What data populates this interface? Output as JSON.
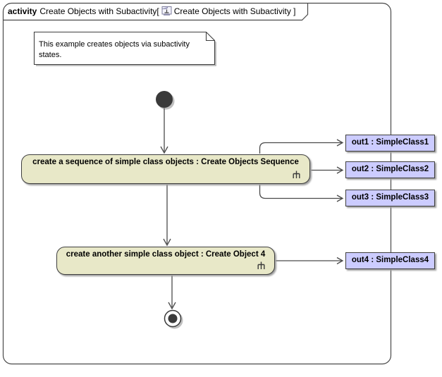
{
  "frame": {
    "keyword": "activity",
    "diagram_name": "Create Objects with Subactivity",
    "title_before_icon": "Create Objects with Subactivity[",
    "title_after_icon": "Create Objects with Subactivity ]"
  },
  "note": {
    "text": "This example creates objects via subactivity states."
  },
  "actions": {
    "action1": {
      "label": "create a sequence of simple class objects : Create Objects Sequence"
    },
    "action2": {
      "label": "create another simple class object : Create Object 4"
    }
  },
  "pins": [
    {
      "label": "out1 : SimpleClass1"
    },
    {
      "label": "out2 : SimpleClass2"
    },
    {
      "label": "out3 : SimpleClass3"
    },
    {
      "label": "out4 : SimpleClass4"
    }
  ],
  "icons": {
    "title_icon": "activity-diagram-icon",
    "subactivity_icon": "rake-icon"
  },
  "colors": {
    "action_fill": "#e8e8c8",
    "pin_fill": "#ccccff",
    "line": "#4a4a4a",
    "node_fill": "#3a3a3a",
    "shadow": "#9d9d9d",
    "background": "#ffffff"
  }
}
